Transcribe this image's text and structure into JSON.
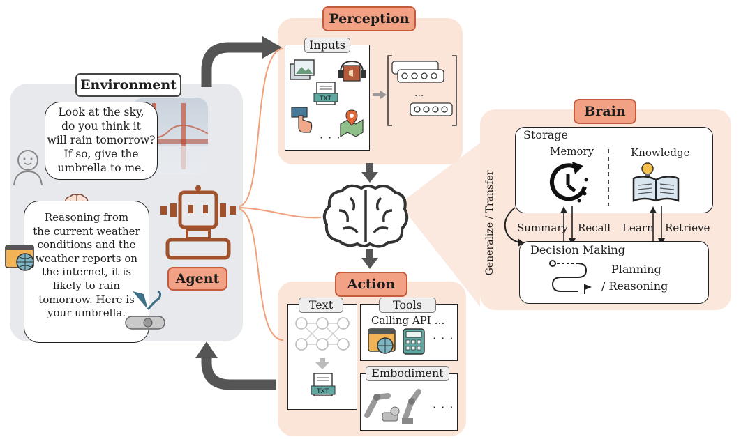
{
  "environment": {
    "title": "Environment",
    "user_bubble": [
      "Look at the sky,",
      "do you think it",
      "will rain tomorrow?",
      "If so, give the",
      "umbrella to me."
    ],
    "agent_bubble": [
      "Reasoning from",
      "the current weather",
      "conditions and the",
      "weather reports on",
      "the internet, it is",
      "likely to rain",
      "tomorrow. Here is",
      "your umbrella."
    ],
    "agent_label": "Agent"
  },
  "perception": {
    "title": "Perception",
    "inputs_label": "Inputs",
    "txt_label": "TXT",
    "ellipsis": "· · ·"
  },
  "brain": {
    "title": "Brain",
    "storage_label": "Storage",
    "memory_label": "Memory",
    "knowledge_label": "Knowledge",
    "summary_label": "Summary",
    "recall_label": "Recall",
    "learn_label": "Learn",
    "retrieve_label": "Retrieve",
    "generalize_label": "Generalize / Transfer",
    "decision_label": "Decision Making",
    "planning_line1": "Planning",
    "planning_line2": "/ Reasoning"
  },
  "action": {
    "title": "Action",
    "text_label": "Text",
    "tools_label": "Tools",
    "calling_api_label": "Calling API …",
    "embodiment_label": "Embodiment",
    "txt_label": "TXT",
    "ellipsis": "· · ·"
  },
  "colors": {
    "accent": "#f3a184",
    "agent_brown": "#a0522d",
    "arrow_gray": "#555555",
    "connector_orange": "#f0a07a"
  }
}
